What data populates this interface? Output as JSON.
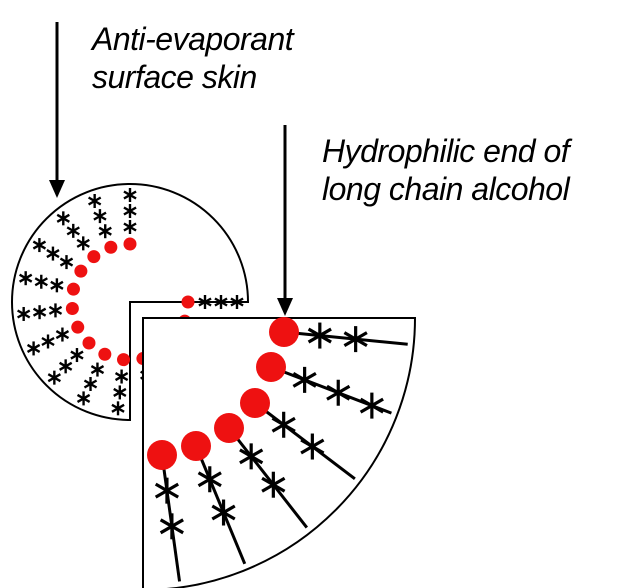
{
  "labels": {
    "skin_line1": "Anti-evaporant",
    "skin_line2": "surface skin",
    "alcohol_line1": "Hydrophilic end of",
    "alcohol_line2": "long chain alcohol"
  },
  "colors": {
    "head": "#ee1111",
    "line": "#000000",
    "background": "#ffffff"
  }
}
